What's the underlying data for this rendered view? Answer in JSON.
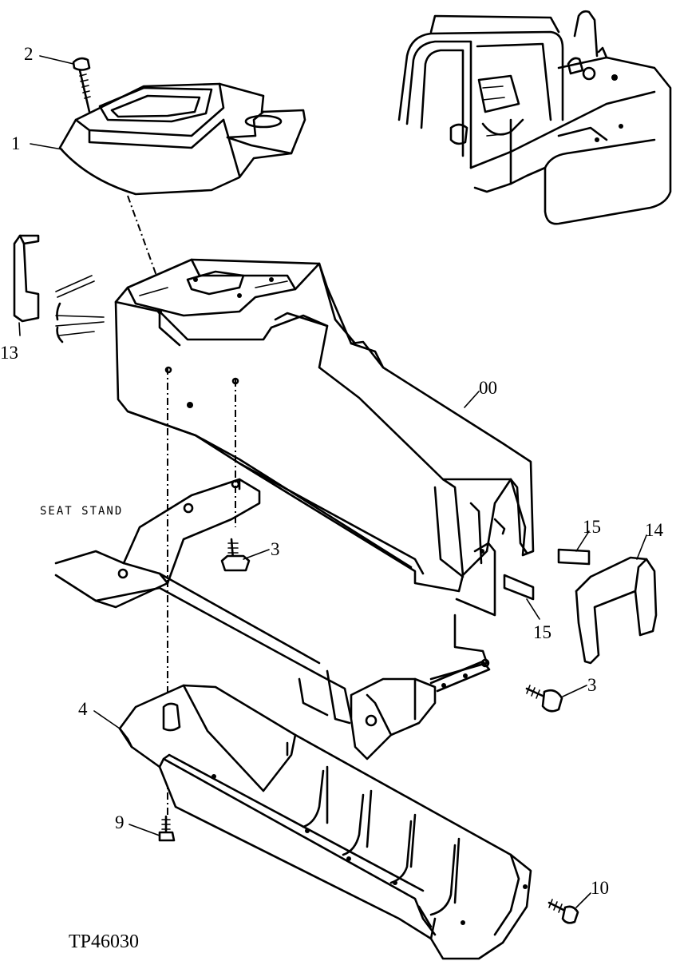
{
  "figure_id": "TP46030",
  "callouts": [
    {
      "id": "c1",
      "text": "1"
    },
    {
      "id": "c2",
      "text": "2"
    },
    {
      "id": "c3a",
      "text": "3"
    },
    {
      "id": "c3b",
      "text": "3"
    },
    {
      "id": "c4",
      "text": "4"
    },
    {
      "id": "c9",
      "text": "9"
    },
    {
      "id": "c10",
      "text": "10"
    },
    {
      "id": "c13",
      "text": "13"
    },
    {
      "id": "c14",
      "text": "14"
    },
    {
      "id": "c15a",
      "text": "15"
    },
    {
      "id": "c15b",
      "text": "15"
    },
    {
      "id": "c00",
      "text": "00"
    }
  ],
  "captions": {
    "seat_stand": "SEAT STAND"
  }
}
